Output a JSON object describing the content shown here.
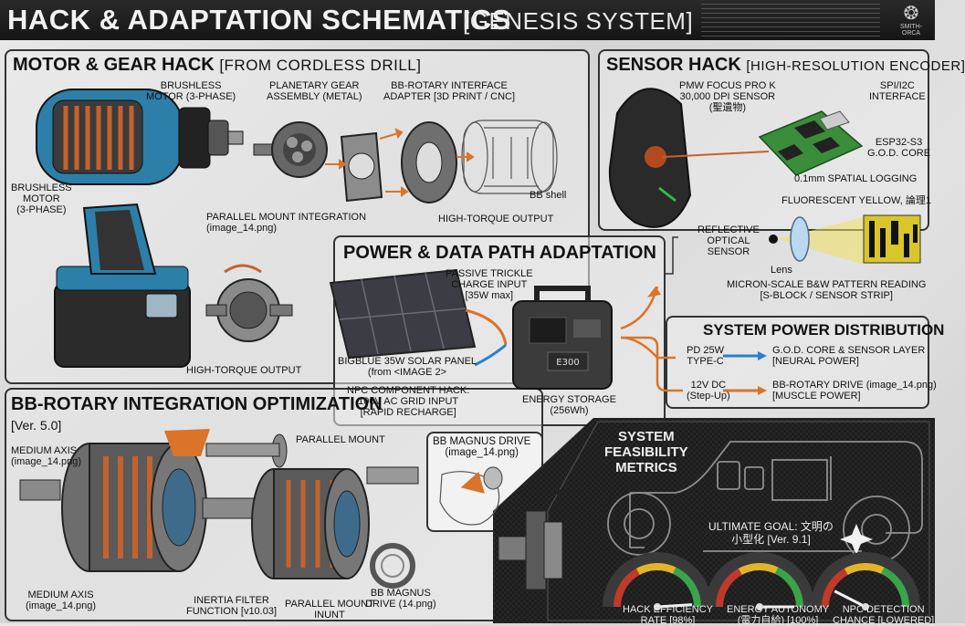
{
  "header": {
    "title": "HACK & ADAPTATION SCHEMATICS",
    "subtitle": "[GENESIS SYSTEM]",
    "brand": "SMITH-ORCA"
  },
  "motor_panel": {
    "title": "MOTOR & GEAR HACK",
    "subtitle": "[FROM CORDLESS DRILL]",
    "brushless_top": "BRUSHLESS\nMOTOR (3-PHASE)",
    "brushless_left": "BRUSHLESS\nMOTOR\n(3-PHASE)",
    "planetary": "PLANETARY GEAR\nASSEMBLY (METAL)",
    "adapter": "BB-ROTARY INTERFACE\nADAPTER [3D PRINT / CNC]",
    "bb_shell": "BB shell",
    "parallel_mount": "PARALLEL MOUNT INTEGRATION\n(image_14.png)",
    "high_torque_1": "HIGH-TORQUE OUTPUT",
    "high_torque_2": "HIGH-TORQUE OUTPUT"
  },
  "sensor_panel": {
    "title": "SENSOR HACK",
    "subtitle": "[HIGH-RESOLUTION ENCODER]",
    "pmw": "PMW FOCUS PRO K\n30,000 DPI SENSOR\n(聖遺物)",
    "spi": "SPI/I2C\nINTERFACE",
    "esp": "ESP32-S3\nG.O.D. CORE",
    "logging": "0.1mm SPATIAL LOGGING",
    "fluorescent": "FLUORESCENT YELLOW, 論理1",
    "reflective": "REFLECTIVE\nOPTICAL\nSENSOR",
    "lens": "Lens",
    "micron": "MICRON-SCALE B&W PATTERN READING\n[S-BLOCK / SENSOR STRIP]"
  },
  "power_panel": {
    "title": "POWER & DATA PATH ADAPTATION",
    "trickle": "PASSIVE TRICKLE\nCHARGE INPUT\n[35W max]",
    "solar": "BIGBLUE 35W SOLAR PANEL\n(from <IMAGE 2>",
    "npc": "NPC COMPONENT HACK:\n100V AC GRID INPUT\n[RAPID RECHARGE]",
    "storage": "ENERGY STORAGE\n(256Wh)",
    "station_label": "E300"
  },
  "distribution": {
    "title": "SYSTEM POWER DISTRIBUTION",
    "pd_in": "PD 25W\nTYPE-C",
    "pd_out": "G.O.D. CORE & SENSOR LAYER\n[NEURAL POWER]",
    "dc_in": "12V DC\n(Step-Up)",
    "dc_out": "BB-ROTARY DRIVE (image_14.png)\n[MUSCLE POWER]",
    "pd_color": "#2a7fd4",
    "dc_color": "#d9742a"
  },
  "bb_panel": {
    "title": "BB-ROTARY INTEGRATION OPTIMIZATION",
    "version": "[Ver. 5.0]",
    "medium_axis_1": "MEDIUM AXIS\n(image_14.png)",
    "medium_axis_2": "MEDIUM AXIS\n(image_14.png)",
    "parallel_mount_top": "PARALLEL MOUNT",
    "parallel_mount_bottom": "PARALLEL MOUNT\nINUNT",
    "inertia": "INERTIA FILTER\nFUNCTION [v10.03]",
    "magnus_small": "BB MAGNUS\nDRIVE (14.png)"
  },
  "magnus_panel": {
    "title": "BB MAGNUS DRIVE\n(image_14.png)"
  },
  "metrics": {
    "title": "SYSTEM\nFEASIBILITY\nMETRICS",
    "goal": "ULTIMATE GOAL: 文明の\n小型化 [Ver. 9.1]",
    "gauges": [
      {
        "label": "HACK EFFICIENCY\nRATE [98%]",
        "value": 98
      },
      {
        "label": "ENERGY AUTONOMY\n(電力自給) [100%]",
        "value": 100
      },
      {
        "label": "NPC DETECTION\nCHANCE [LOWERED]",
        "value": 15
      }
    ]
  }
}
